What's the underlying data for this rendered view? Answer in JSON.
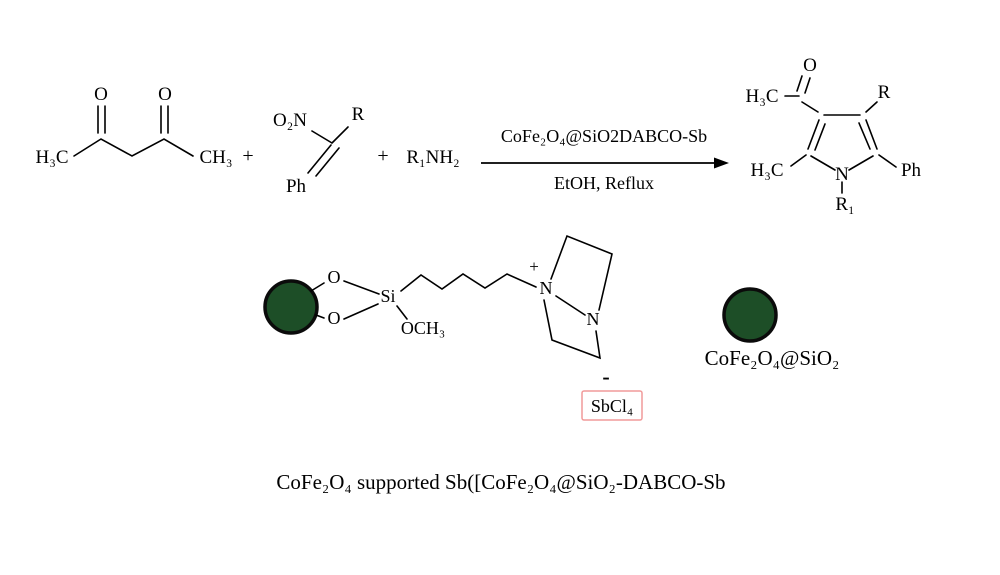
{
  "colors": {
    "background": "#ffffff",
    "nanoparticle_fill": "#1d4e27",
    "nanoparticle_stroke": "#0b0b0b",
    "bond": "#000000",
    "counterion_box_border": "#f19a9a",
    "text": "#000000"
  },
  "reaction": {
    "reactant1": {
      "h3c": "H₃C",
      "o_left": "O",
      "o_right": "O",
      "ch3": "CH₃"
    },
    "plus1": "+",
    "reactant2": {
      "o2n": "O₂N",
      "r": "R",
      "ph": "Ph"
    },
    "plus2": "+",
    "amine": "R₁NH₂",
    "conditions_above": "CoFe₂O₄@SiO2DABCO-Sb",
    "conditions_below": "EtOH, Reflux",
    "product": {
      "o": "O",
      "h3c_acetyl": "H₃C",
      "r": "R",
      "h3c_ring": "H₃C",
      "ph": "Ph",
      "n": "N",
      "r1": "R₁"
    }
  },
  "catalyst": {
    "o_top": "O",
    "o_bottom": "O",
    "si": "Si",
    "och3": "OCH₃",
    "n_quaternary": "N",
    "plus_charge": "+",
    "n_bridgehead": "N",
    "minus_charge": "-",
    "counterion": "SbCl₄",
    "nanoparticle_label": "CoFe₂O₄@SiO₂"
  },
  "caption": "CoFe₂O₄ supported Sb([CoFe₂O₄@SiO₂-DABCO-Sb"
}
